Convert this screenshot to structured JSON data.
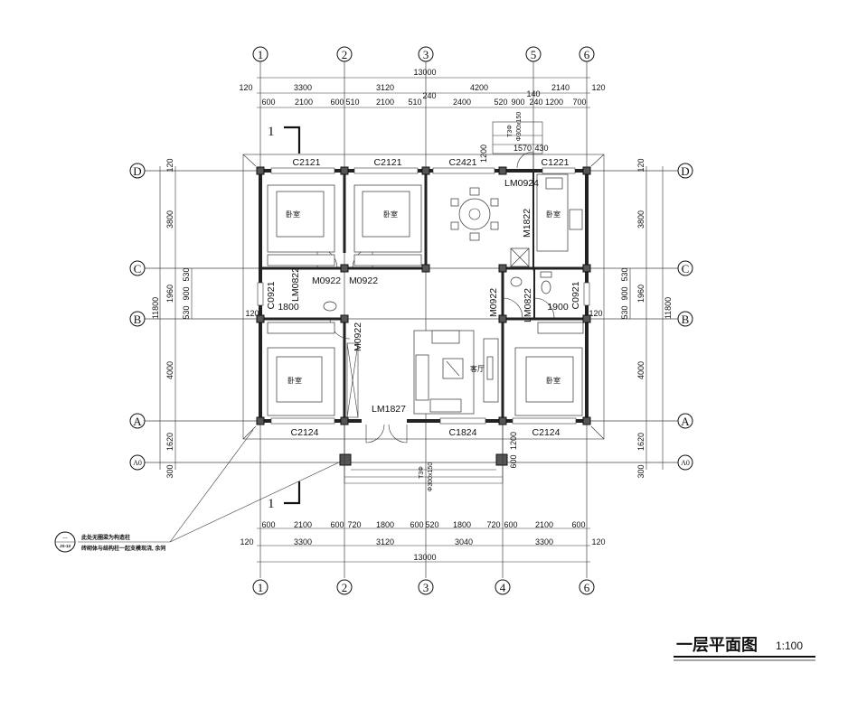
{
  "axes_top": [
    "1",
    "2",
    "3",
    "5",
    "6"
  ],
  "axes_bottom": [
    "1",
    "2",
    "3",
    "4",
    "6"
  ],
  "axes_rows": [
    "D",
    "C",
    "B",
    "A",
    "A0"
  ],
  "dims_top": {
    "total": "13000",
    "row2": [
      "120",
      "3300",
      "3120",
      "4200",
      "2140",
      "120"
    ],
    "row3": [
      "600",
      "2100",
      "600",
      "510",
      "2100",
      "510",
      "240",
      "2400",
      "520",
      "900",
      "140",
      "240",
      "1200",
      "700"
    ]
  },
  "dims_bottom": {
    "total": "13000",
    "row2": [
      "120",
      "3300",
      "3120",
      "3040",
      "3300",
      "120"
    ],
    "row3": [
      "600",
      "2100",
      "600",
      "720",
      "1800",
      "600",
      "520",
      "1800",
      "720",
      "600",
      "2100",
      "600"
    ]
  },
  "dims_left": {
    "total": "11800",
    "main": [
      "120",
      "3800",
      "1960",
      "4000",
      "1620",
      "300"
    ],
    "inner": [
      "530",
      "900",
      "530"
    ]
  },
  "dims_right": {
    "total": "11800",
    "main": [
      "120",
      "3800",
      "1960",
      "4000",
      "1620",
      "300"
    ],
    "inner": [
      "530",
      "900",
      "530"
    ]
  },
  "rooms": {
    "bed1": "卧室",
    "bed2": "卧室",
    "kitchen": "卧室",
    "bed3": "卧室",
    "bed4": "卧室",
    "living": "客厅"
  },
  "openings": {
    "c2121a": "C2121",
    "c2121b": "C2121",
    "c2421": "C2421",
    "c1221": "C1221",
    "lm0924": "LM0924",
    "m1822": "M1822",
    "m0922a": "M0922",
    "m0922b": "M0922",
    "lm0822l": "LM0822",
    "c0921l": "C0921",
    "d1800": "1800",
    "d120l": "120",
    "m0922v": "M0922",
    "m0922r": "M0922",
    "lm0822r": "LM0822",
    "d1900": "1900",
    "c0921r": "C0921",
    "d120r": "120",
    "lm1827": "LM1827",
    "c2124a": "C2124",
    "c1824": "C1824",
    "c2124b": "C2124"
  },
  "steps": {
    "top_1570": "1570",
    "top_430": "430",
    "top_1200": "1200",
    "top_step": "T3Φ",
    "top_step_size": "Φ300x150",
    "bot_1200": "1200",
    "bot_600": "600",
    "bot_step": "T3Φ",
    "bot_step_size": "Φ300x150"
  },
  "section_mark": "1",
  "note": {
    "bubble_top": "—",
    "bubble_bottom": "JS-13",
    "line1": "此处无圈梁为构造柱",
    "line2": "砖砌体与结构柱一起支模现浇, 余同"
  },
  "title": {
    "main": "一层平面图",
    "scale": "1:100"
  }
}
